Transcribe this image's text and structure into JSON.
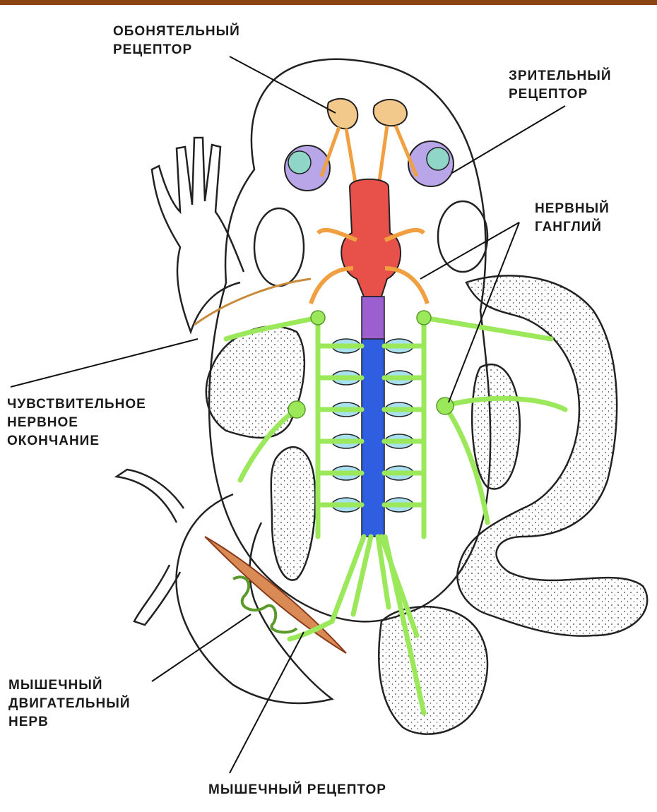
{
  "colors": {
    "header_bar": "#8b4513",
    "brain": "#e8504a",
    "spinal_cord": "#2f5fe0",
    "spinal_cord_top": "#9b5fd0",
    "nerves": "#9be85a",
    "ganglia_light": "#a8e0f0",
    "olfactory": "#f2c98a",
    "eye": "#b8a6e8",
    "cranial_nerves": "#f0a040"
  },
  "labels": {
    "olfactory": [
      "ОБОНЯТЕЛЬНЫЙ",
      "РЕЦЕПТОР"
    ],
    "visual": [
      "ЗРИТЕЛЬНЫЙ",
      "РЕЦЕПТОР"
    ],
    "ganglion": [
      "НЕРВНЫЙ",
      "ГАНГЛИЙ"
    ],
    "sensory_ending": [
      "ЧУВСТВИТЕЛЬНОЕ",
      "НЕРВНОЕ",
      "ОКОНЧАНИЕ"
    ],
    "motor_nerve": [
      "МЫШЕЧНЫЙ",
      "ДВИГАТЕЛЬНЫЙ",
      "НЕРВ"
    ],
    "muscle_receptor": [
      "МЫШЕЧНЫЙ РЕЦЕПТОР"
    ]
  }
}
